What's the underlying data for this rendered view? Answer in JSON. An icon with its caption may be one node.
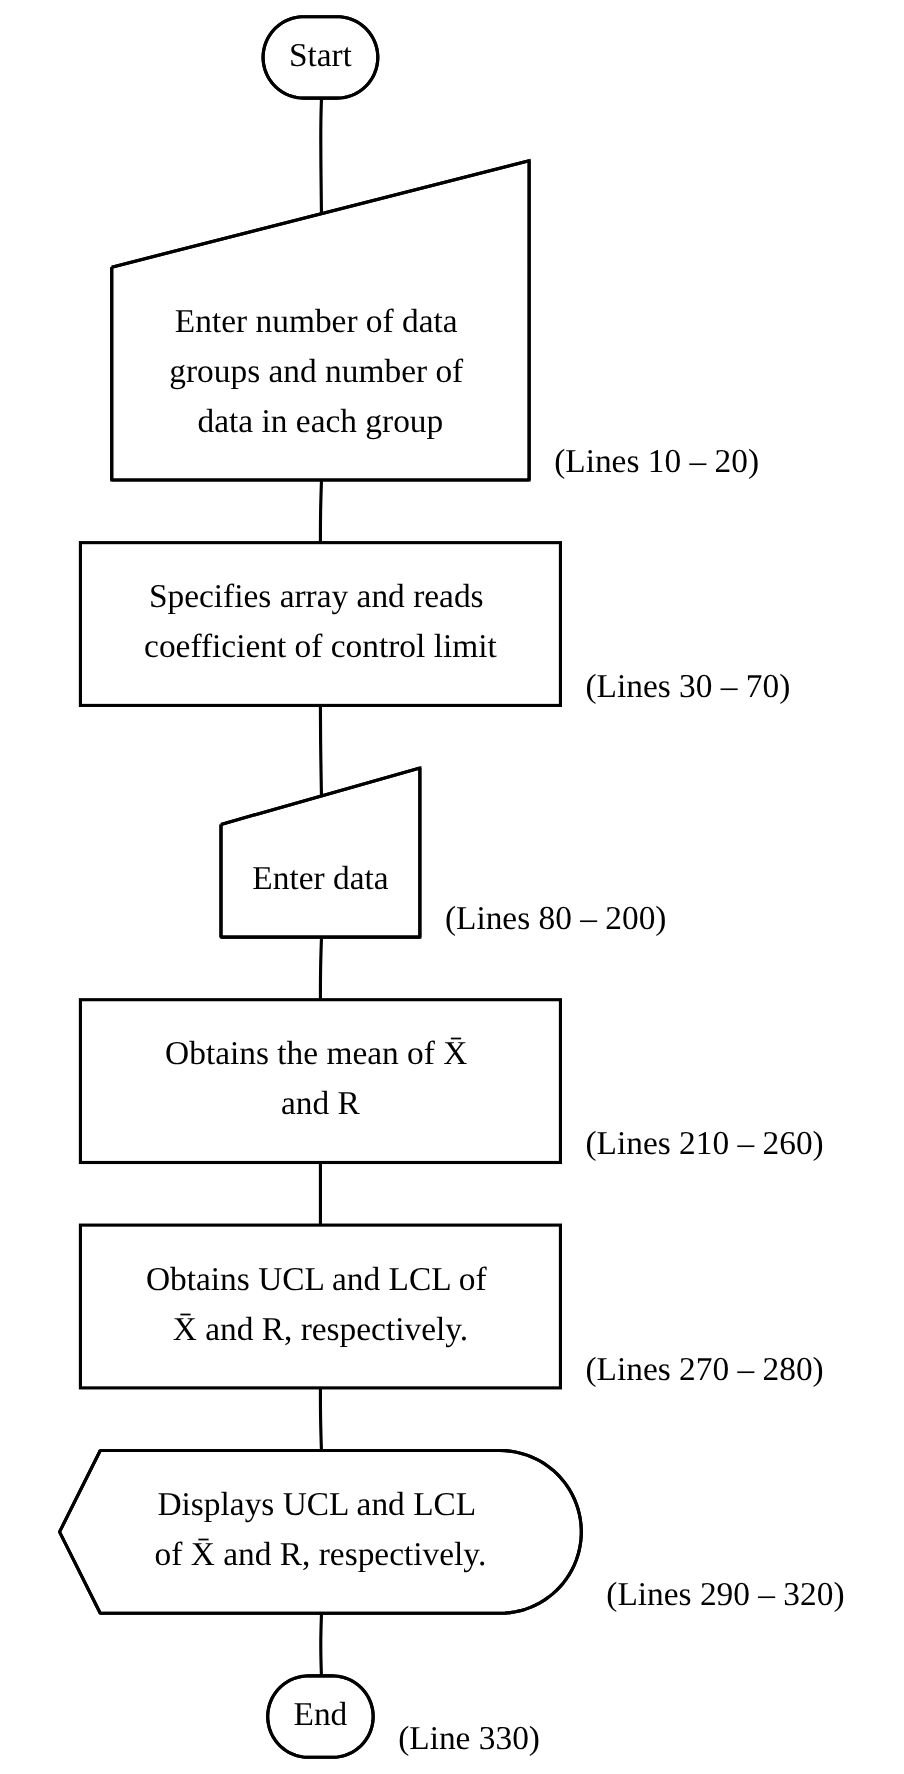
{
  "diagram": {
    "nodes": [
      {
        "text": [
          "Start"
        ]
      },
      {
        "text": [
          "Enter number of data groups and number of data in each group"
        ],
        "beside": [
          "(Lines 10 – 20)"
        ]
      },
      {
        "text": [
          "Specifies array and reads coefficient of control limit"
        ],
        "beside": [
          "(Lines 30 – 70)"
        ]
      },
      {
        "text": [
          "Enter data"
        ],
        "beside": [
          "(Lines 80 – 200)"
        ]
      },
      {
        "text": [
          "Obtains the mean of X̄ and R"
        ],
        "beside": [
          "(Lines 210 – 260)"
        ]
      },
      {
        "text": [
          "Obtains UCL and LCL of X̄ and R, respectively."
        ],
        "beside": [
          "(Lines 270 – 280)"
        ]
      },
      {
        "text": [
          "Displays UCL and LCL of X̄ and R, respectively."
        ],
        "beside": [
          "(Lines 290 – 320)"
        ]
      },
      {
        "text": [
          "End"
        ],
        "beside": [
          "(Line 330)"
        ]
      }
    ],
    "edges": [
      {
        "from": 0,
        "to": 1,
        "arrow": "none"
      },
      {
        "from": 1,
        "to": 2,
        "arrow": "none"
      },
      {
        "from": 2,
        "to": 3,
        "arrow": "none"
      },
      {
        "from": 3,
        "to": 4,
        "arrow": "none"
      },
      {
        "from": 4,
        "to": 5,
        "arrow": "none"
      },
      {
        "from": 5,
        "to": 6,
        "arrow": "none"
      },
      {
        "from": 6,
        "to": 7,
        "arrow": "none"
      }
    ]
  }
}
